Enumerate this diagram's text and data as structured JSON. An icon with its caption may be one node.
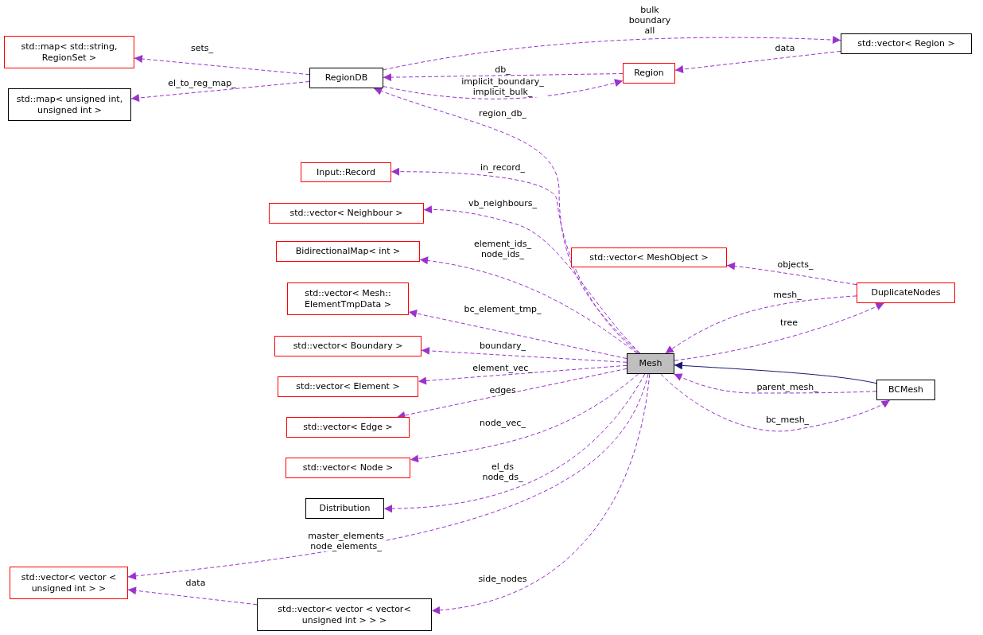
{
  "diagram": {
    "nodes": [
      {
        "text": [
          "std::map< std::string, RegionSet >"
        ]
      },
      {
        "text": [
          "std::map< unsigned int, unsigned int >"
        ]
      },
      {
        "text": [
          "RegionDB"
        ]
      },
      {
        "text": [
          "std::vector< Region >"
        ]
      },
      {
        "text": [
          "Region"
        ]
      },
      {
        "text": [
          "Input::Record"
        ]
      },
      {
        "text": [
          "std::vector< Neighbour >"
        ]
      },
      {
        "text": [
          "BidirectionalMap< int >"
        ]
      },
      {
        "text": [
          "std::vector< Mesh:: ElementTmpData >"
        ]
      },
      {
        "text": [
          "std::vector< MeshObject >"
        ]
      },
      {
        "text": [
          "DuplicateNodes"
        ]
      },
      {
        "text": [
          "std::vector< Boundary >"
        ]
      },
      {
        "text": [
          "Mesh"
        ]
      },
      {
        "text": [
          "std::vector< Element >"
        ]
      },
      {
        "text": [
          "BCMesh"
        ]
      },
      {
        "text": [
          "std::vector< Edge >"
        ]
      },
      {
        "text": [
          "std::vector< Node >"
        ]
      },
      {
        "text": [
          "Distribution"
        ]
      },
      {
        "text": [
          "std::vector< vector < unsigned int > >"
        ]
      },
      {
        "text": [
          "std::vector< vector < vector< unsigned int > > >"
        ]
      }
    ],
    "edges": [
      {
        "from": 2,
        "to": 0,
        "arrow": "to",
        "label": "sets_",
        "style": "dashed"
      },
      {
        "from": 2,
        "to": 1,
        "arrow": "to",
        "label": "el_to_reg_map_",
        "style": "dashed"
      },
      {
        "from": 2,
        "to": 3,
        "arrow": "to",
        "label": "bulk boundary all",
        "style": "dashed"
      },
      {
        "from": 3,
        "to": 4,
        "arrow": "to",
        "label": "data",
        "style": "dashed"
      },
      {
        "from": 4,
        "to": 2,
        "arrow": "to",
        "label": "db_",
        "style": "dashed"
      },
      {
        "from": 2,
        "to": 4,
        "arrow": "to",
        "label": "implicit_boundary_ implicit_bulk_",
        "style": "dashed"
      },
      {
        "from": 12,
        "to": 2,
        "arrow": "to",
        "label": "region_db_",
        "style": "dashed"
      },
      {
        "from": 12,
        "to": 5,
        "arrow": "to",
        "label": "in_record_",
        "style": "dashed"
      },
      {
        "from": 12,
        "to": 6,
        "arrow": "to",
        "label": "vb_neighbours_",
        "style": "dashed"
      },
      {
        "from": 12,
        "to": 7,
        "arrow": "to",
        "label": "element_ids_ node_ids_",
        "style": "dashed"
      },
      {
        "from": 12,
        "to": 8,
        "arrow": "to",
        "label": "bc_element_tmp_",
        "style": "dashed"
      },
      {
        "from": 10,
        "to": 9,
        "arrow": "to",
        "label": "objects_",
        "style": "dashed"
      },
      {
        "from": 10,
        "to": 12,
        "arrow": "to",
        "label": "mesh_",
        "style": "dashed"
      },
      {
        "from": 12,
        "to": 10,
        "arrow": "to",
        "label": "tree",
        "style": "dashed"
      },
      {
        "from": 12,
        "to": 11,
        "arrow": "to",
        "label": "boundary_",
        "style": "dashed"
      },
      {
        "from": 12,
        "to": 13,
        "arrow": "to",
        "label": "element_vec_",
        "style": "dashed"
      },
      {
        "from": 14,
        "to": 12,
        "arrow": "to",
        "color": "#191970"
      },
      {
        "from": 14,
        "to": 12,
        "arrow": "to",
        "label": "parent_mesh_",
        "style": "dashed"
      },
      {
        "from": 12,
        "to": 14,
        "arrow": "to",
        "label": "bc_mesh_",
        "style": "dashed"
      },
      {
        "from": 12,
        "to": 15,
        "arrow": "to",
        "label": "edges",
        "style": "dashed"
      },
      {
        "from": 12,
        "to": 16,
        "arrow": "to",
        "label": "node_vec_",
        "style": "dashed"
      },
      {
        "from": 12,
        "to": 17,
        "arrow": "to",
        "label": "el_ds node_ds_",
        "style": "dashed"
      },
      {
        "from": 12,
        "to": 18,
        "arrow": "to",
        "label": "master_elements node_elements_",
        "style": "dashed"
      },
      {
        "from": 19,
        "to": 18,
        "arrow": "to",
        "label": "data",
        "style": "dashed"
      },
      {
        "from": 12,
        "to": 19,
        "arrow": "to",
        "label": "side_nodes",
        "style": "dashed"
      }
    ]
  }
}
